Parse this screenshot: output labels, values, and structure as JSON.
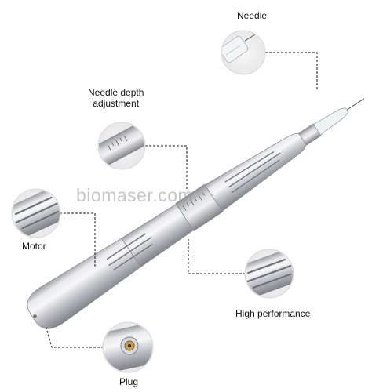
{
  "labels": {
    "needle": "Needle",
    "needle_depth_line1": "Needle depth",
    "needle_depth_line2": "adjustment",
    "motor": "Motor",
    "high_performance": "High performance",
    "plug": "Plug"
  },
  "watermark": "biomaser.com",
  "colors": {
    "background": "#ffffff",
    "metal_light": "#e6e7ea",
    "metal_mid": "#b5b8bd",
    "metal_dark": "#7d8086",
    "callout_line": "#1a1a1a"
  }
}
